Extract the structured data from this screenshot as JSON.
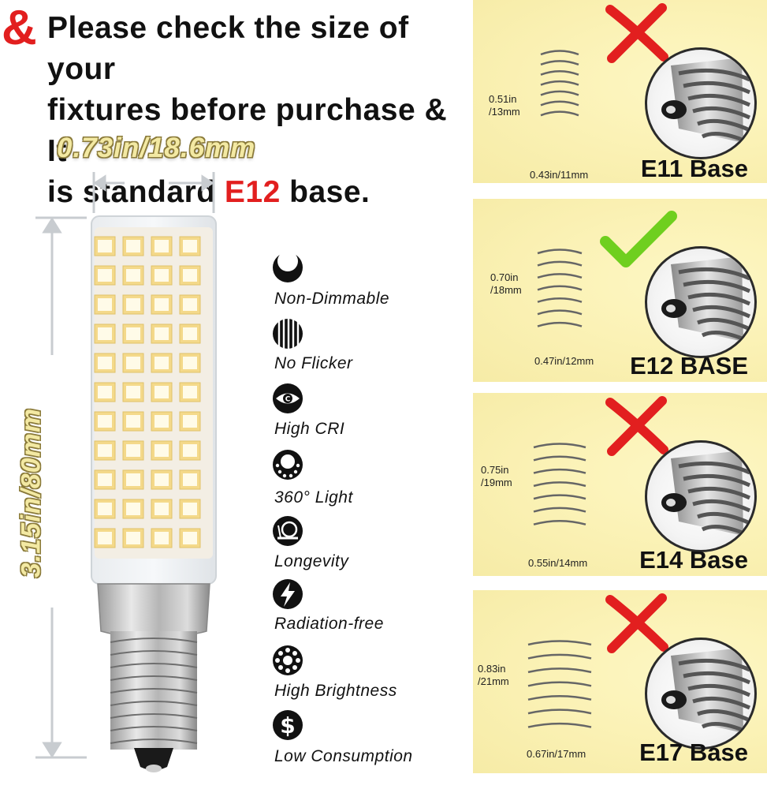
{
  "header": {
    "ampersand": "&",
    "line1": "Please check the size of your",
    "line2": "fixtures before purchase & It",
    "line3_pre": "is standard ",
    "line3_red": "E12",
    "line3_post": " base."
  },
  "bulb": {
    "width_label": "0.73in/18.6mm",
    "height_label": "3.15in/80mm"
  },
  "features": [
    {
      "label": "Non-Dimmable",
      "icon": "half-moon-icon"
    },
    {
      "label": "No Flicker",
      "icon": "stripes-icon"
    },
    {
      "label": "High CRI",
      "icon": "eye-icon"
    },
    {
      "label": "360° Light",
      "icon": "light-arc-icon"
    },
    {
      "label": "Longevity",
      "icon": "snail-icon"
    },
    {
      "label": "Radiation-free",
      "icon": "lightning-icon"
    },
    {
      "label": "High Brightness",
      "icon": "sun-icon"
    },
    {
      "label": "Low Consumption",
      "icon": "dollar-icon"
    }
  ],
  "bases": [
    {
      "title": "E11 Base",
      "height_dim": "0.51in\n/13mm",
      "width_dim": "0.43in/11mm",
      "mark": "cross",
      "mark_color": "#e21f1f"
    },
    {
      "title": "E12 BASE",
      "height_dim": "0.70in\n/18mm",
      "width_dim": "0.47in/12mm",
      "mark": "check",
      "mark_color": "#6fcf1f"
    },
    {
      "title": "E14 Base",
      "height_dim": "0.75in\n/19mm",
      "width_dim": "0.55in/14mm",
      "mark": "cross",
      "mark_color": "#e21f1f"
    },
    {
      "title": "E17 Base",
      "height_dim": "0.83in\n/21mm",
      "width_dim": "0.67in/17mm",
      "mark": "cross",
      "mark_color": "#e21f1f"
    }
  ],
  "colors": {
    "accent_red": "#e21f1f",
    "check_green": "#6fcf1f",
    "panel_yellow": "#fbf2b6",
    "dimension_label": "#f3e9a3"
  }
}
